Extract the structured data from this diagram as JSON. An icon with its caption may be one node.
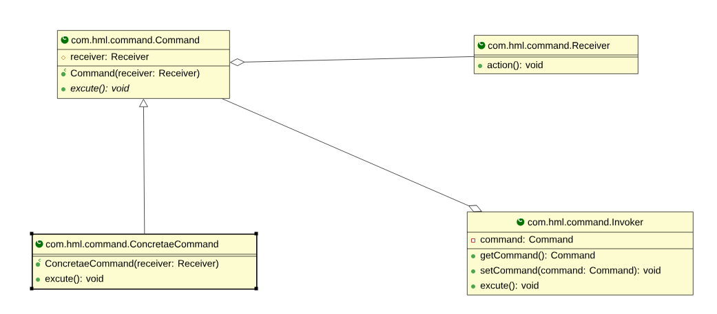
{
  "diagram": {
    "nodes": [
      {
        "text": [
          "com.hml.command.Command",
          "receiver: Receiver",
          "Command(receiver: Receiver)",
          "excute(): void"
        ]
      },
      {
        "text": [
          "com.hml.command.Receiver",
          "action(): void"
        ]
      },
      {
        "text": [
          "com.hml.command.ConcretaeCommand",
          "ConcretaeCommand(receiver: Receiver)",
          "excute(): void"
        ]
      },
      {
        "text": [
          "com.hml.command.Invoker",
          "command: Command",
          "getCommand(): Command",
          "setCommand(command: Command): void",
          "excute(): void"
        ]
      }
    ],
    "edges": [
      {
        "from": 1,
        "to": 0,
        "arrow": "other"
      },
      {
        "from": 2,
        "to": 0,
        "arrow": "to"
      },
      {
        "from": 0,
        "to": 3,
        "arrow": "other"
      }
    ]
  }
}
